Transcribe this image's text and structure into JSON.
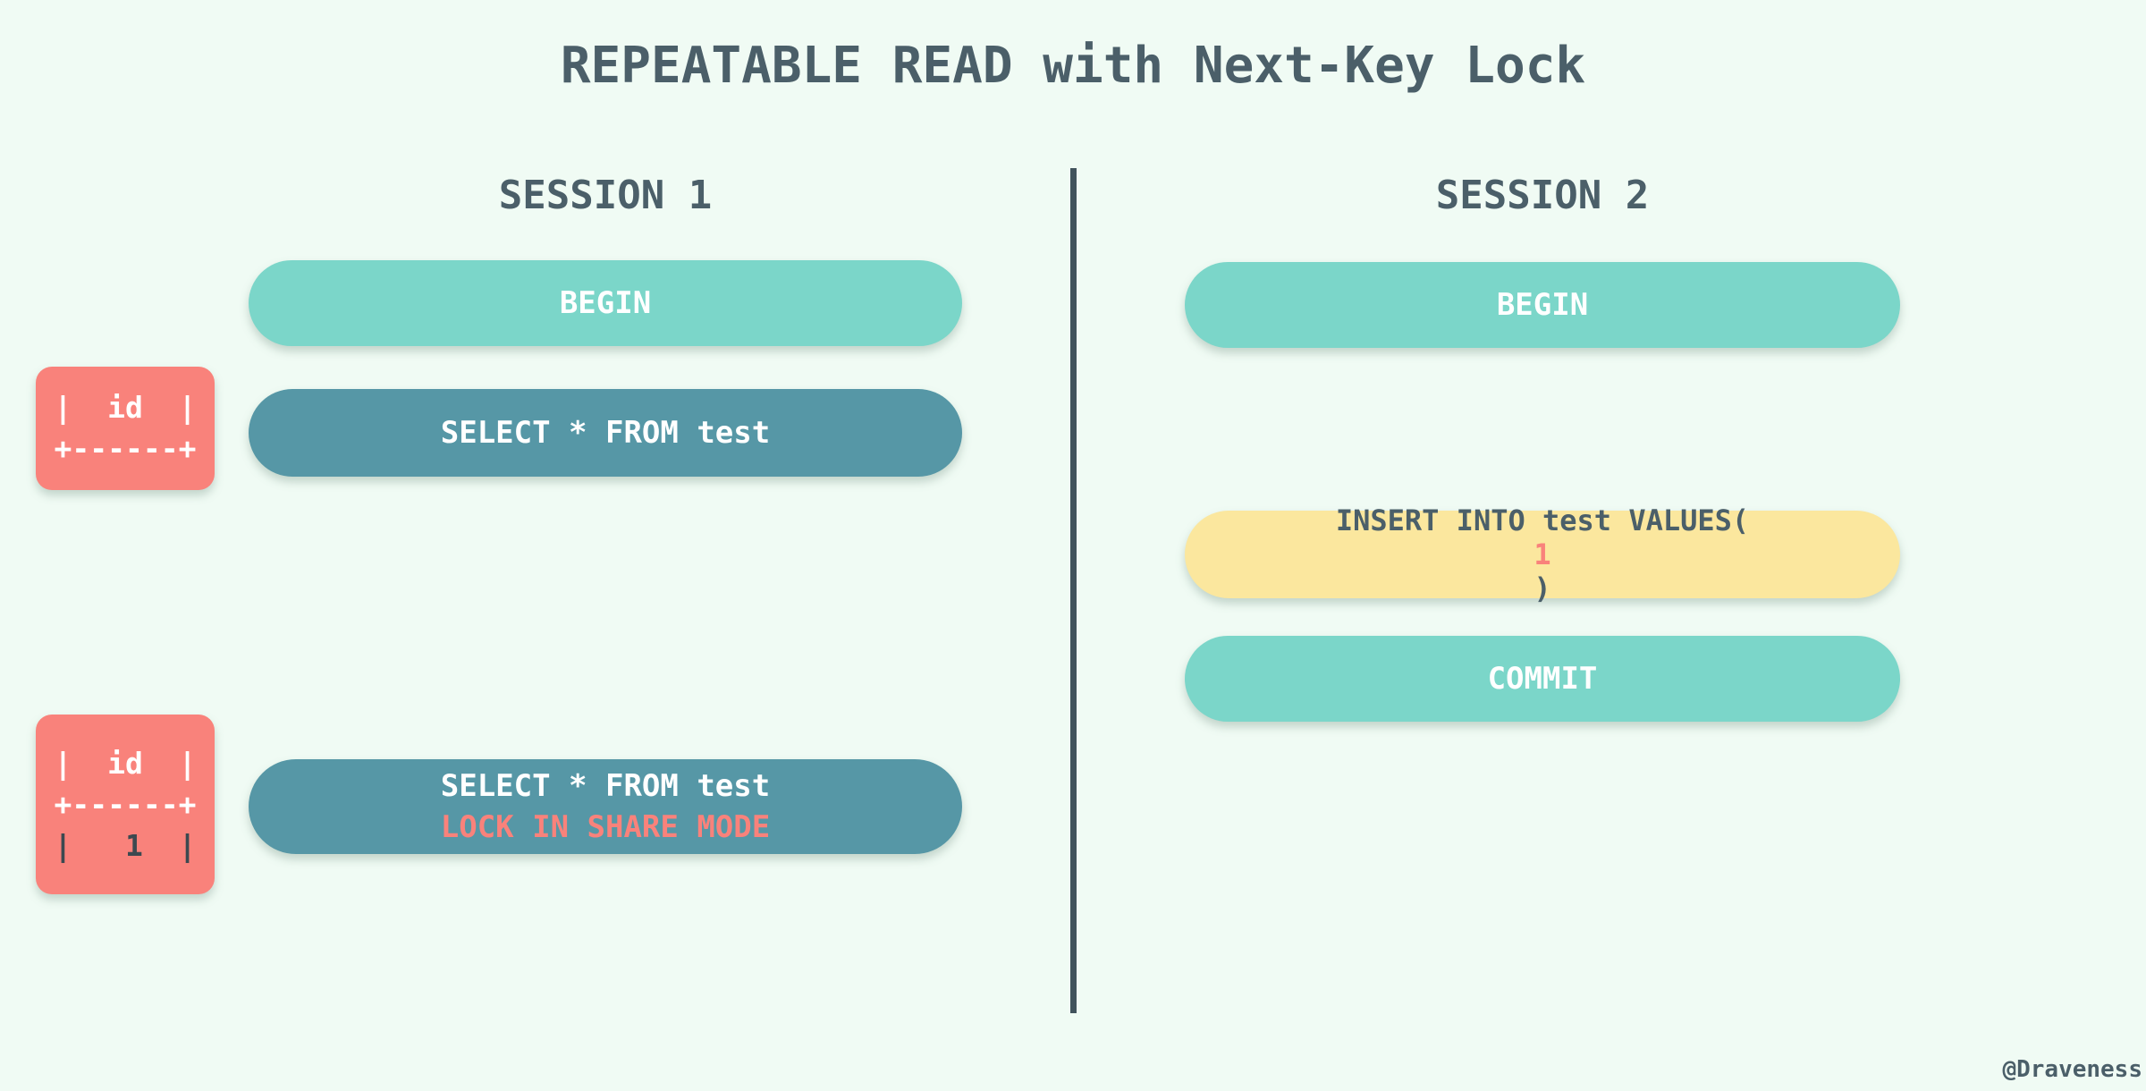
{
  "page": {
    "title": "REPEATABLE READ with Next-Key Lock",
    "watermark": "@Draveness"
  },
  "colors": {
    "background": "#F0FBF4",
    "teal_pill": "#7BD6C9",
    "dark_teal_pill": "#5697A6",
    "coral": "#F9827B",
    "yellow_pill": "#FBE79E",
    "slate_text": "#4B5F69",
    "divider": "#41535C",
    "white_text": "#FFFFFF",
    "dark_value_text": "#3C4950"
  },
  "session1": {
    "label": "SESSION 1",
    "begin_label": "BEGIN",
    "select_label": "SELECT * FROM test",
    "select_lock_line1": "SELECT * FROM test",
    "select_lock_line2": "LOCK IN SHARE MODE",
    "result_table_1": {
      "header_row": "|  id  |",
      "divider_row": "+------+"
    },
    "result_table_2": {
      "header_row": "|  id  |",
      "divider_row": "+------+",
      "value_row": "|   1  |"
    }
  },
  "session2": {
    "label": "SESSION 2",
    "begin_label": "BEGIN",
    "insert": {
      "prefix": "INSERT INTO test VALUES(",
      "value": "1",
      "suffix": ")"
    },
    "commit_label": "COMMIT"
  }
}
